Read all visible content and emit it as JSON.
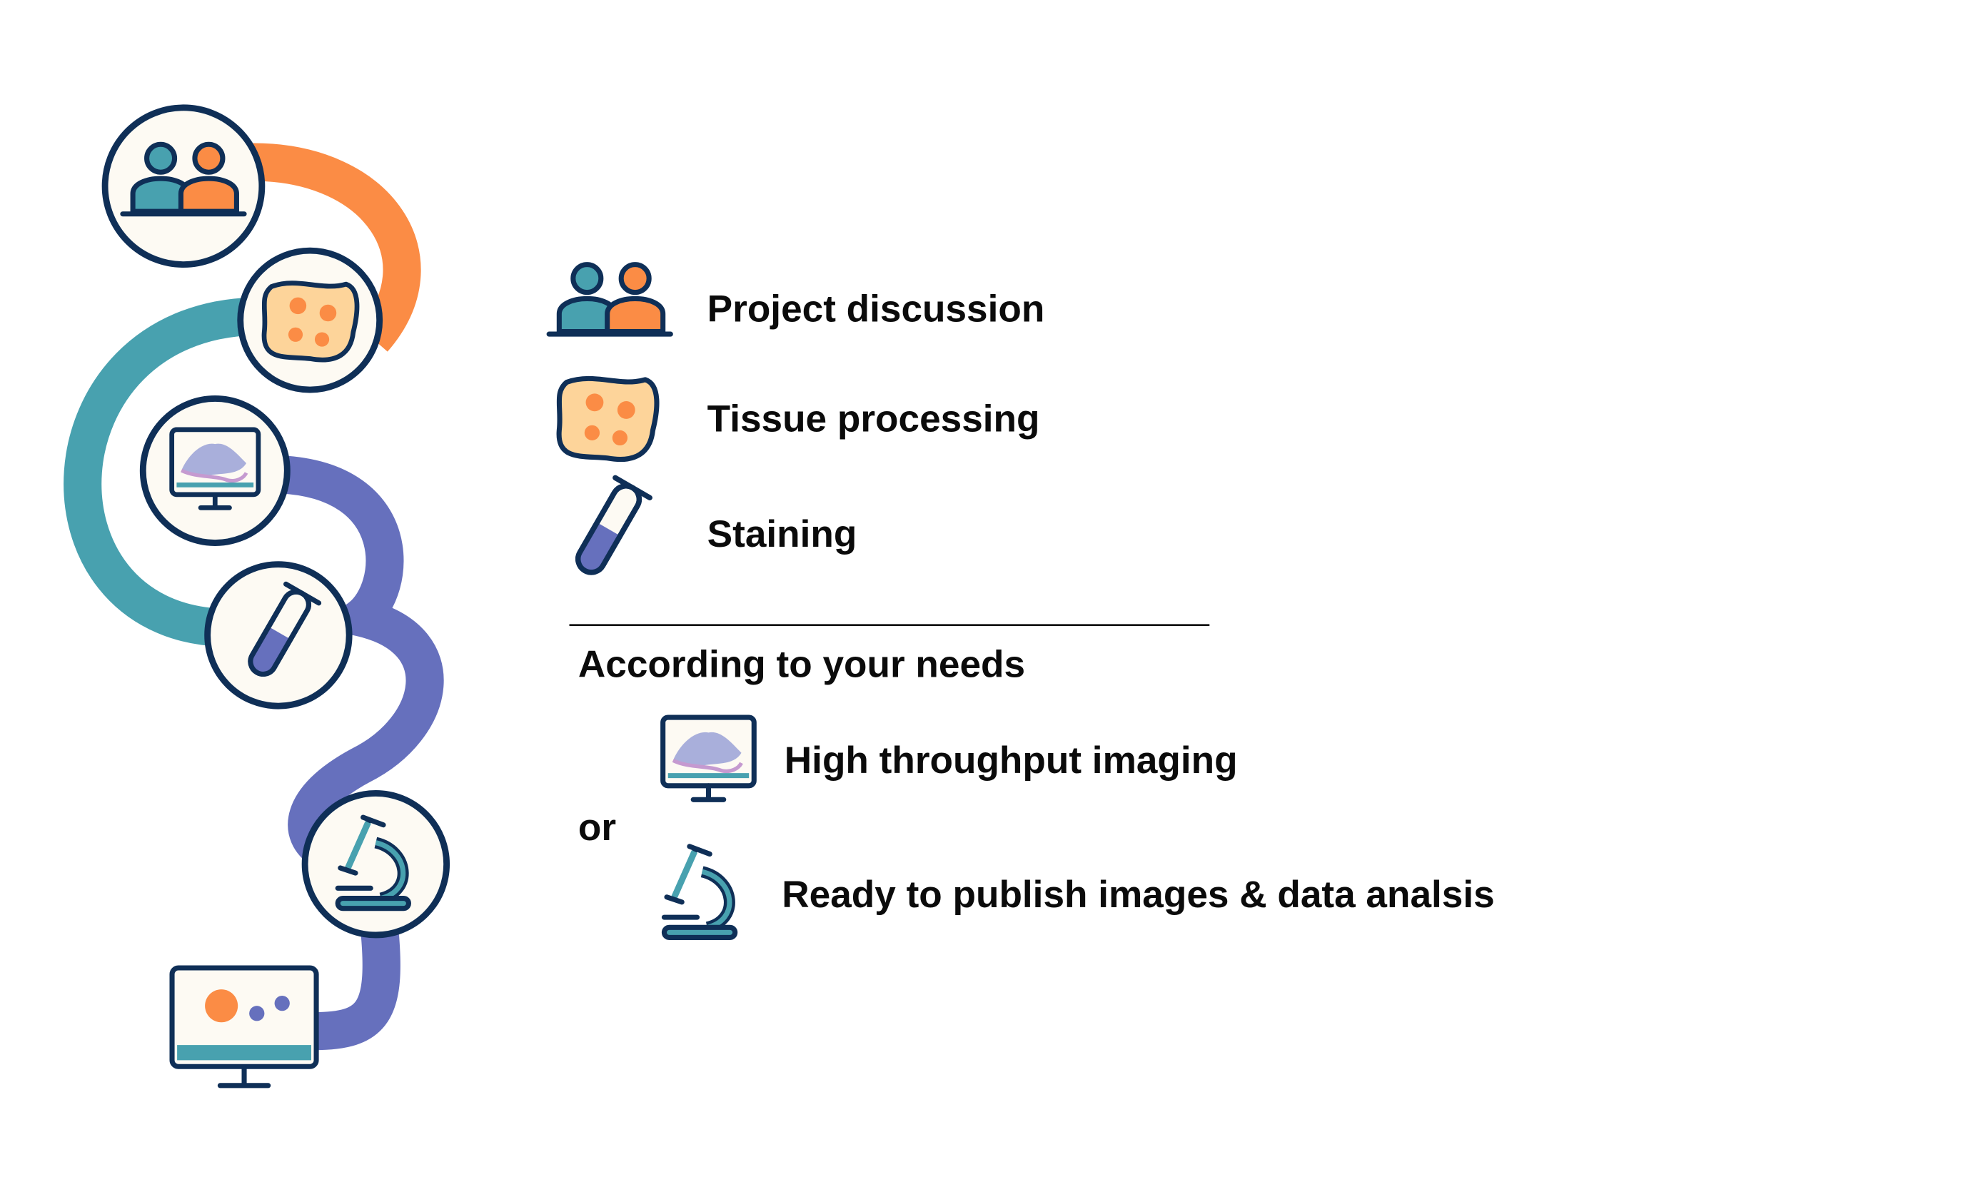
{
  "colors": {
    "navy": "#0f2f57",
    "orange": "#fb8c45",
    "teal": "#48a1af",
    "purple": "#6670bd",
    "tissue_fill": "#fdd49a",
    "background": "#ffffff"
  },
  "steps": [
    {
      "label": "Project discussion",
      "icon": "people-icon"
    },
    {
      "label": "Tissue processing",
      "icon": "tissue-icon"
    },
    {
      "label": "Staining",
      "icon": "test-tube-icon"
    }
  ],
  "options_heading": "According to your needs",
  "options": [
    {
      "label": "High throughput imaging",
      "icon": "monitor-scan-icon"
    },
    {
      "label": "Ready to publish images & data analsis",
      "icon": "microscope-icon"
    }
  ],
  "or_label": "or"
}
